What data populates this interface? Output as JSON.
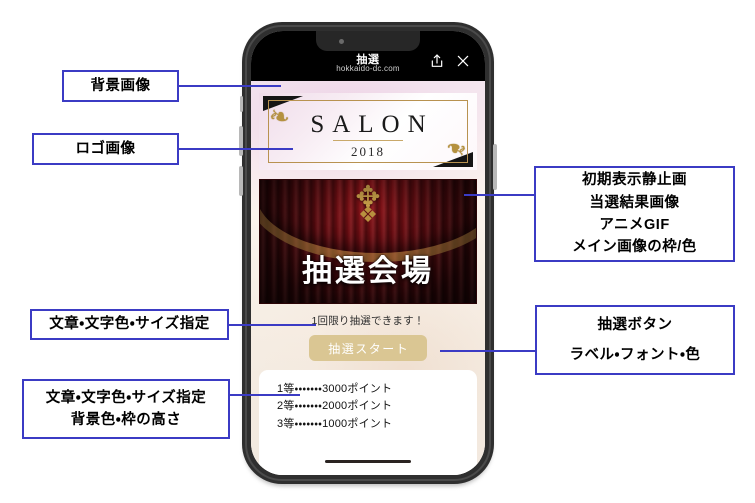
{
  "browser": {
    "title": "抽選",
    "url": "hokkaido-dc.com",
    "share_icon": "share-icon",
    "close_icon": "close-icon"
  },
  "logo": {
    "name": "SALON",
    "year": "2018",
    "ornament_left": "❧",
    "ornament_right": "❧"
  },
  "main_image": {
    "text": "抽選会場",
    "crest_top": "✥",
    "crest_bottom": "❖"
  },
  "caption": {
    "text": "1回限り抽選できます！"
  },
  "button": {
    "label": "抽選スタート",
    "color": "#dac693",
    "text_color": "#ffffff"
  },
  "prizes": {
    "items": [
      "1等・・・・・・・3000ポイント",
      "2等・・・・・・・2000ポイント",
      "3等・・・・・・・1000ポイント"
    ]
  },
  "annotations": {
    "background_image": {
      "lines": [
        "背景画像"
      ]
    },
    "logo_image": {
      "lines": [
        "ロゴ画像"
      ]
    },
    "text_style_caption": {
      "lines": [
        "文章・文字色・サイズ指定"
      ]
    },
    "text_style_prizes": {
      "lines": [
        "文章・文字色・サイズ指定",
        "背景色・枠の高さ"
      ]
    },
    "main_image_spec": {
      "lines": [
        "初期表示静止画",
        "当選結果画像",
        "アニメGIF",
        "メイン画像の枠/色"
      ]
    },
    "button_spec": {
      "lines": [
        "抽選ボタン",
        "ラベル・フォント・色"
      ]
    }
  },
  "colors": {
    "annotation_border": "#3b3bc4",
    "connector": "#3b3bc4",
    "phone_body": "#2f2f2f",
    "button": "#dac693"
  }
}
